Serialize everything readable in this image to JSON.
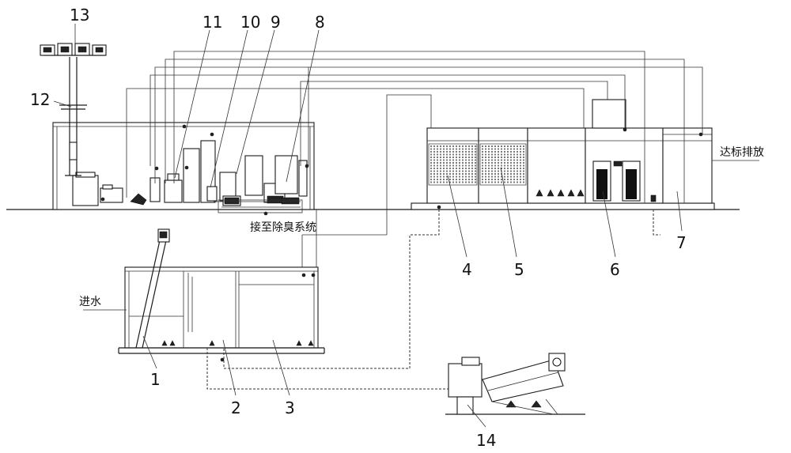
{
  "labels": {
    "n1": "1",
    "n2": "2",
    "n3": "3",
    "n4": "4",
    "n5": "5",
    "n6": "6",
    "n7": "7",
    "n8": "8",
    "n9": "9",
    "n10": "10",
    "n11": "11",
    "n12": "12",
    "n13": "13",
    "n14": "14"
  },
  "text": {
    "inflow": "进水",
    "discharge": "达标排放",
    "deodor": "接至除臭系统"
  }
}
